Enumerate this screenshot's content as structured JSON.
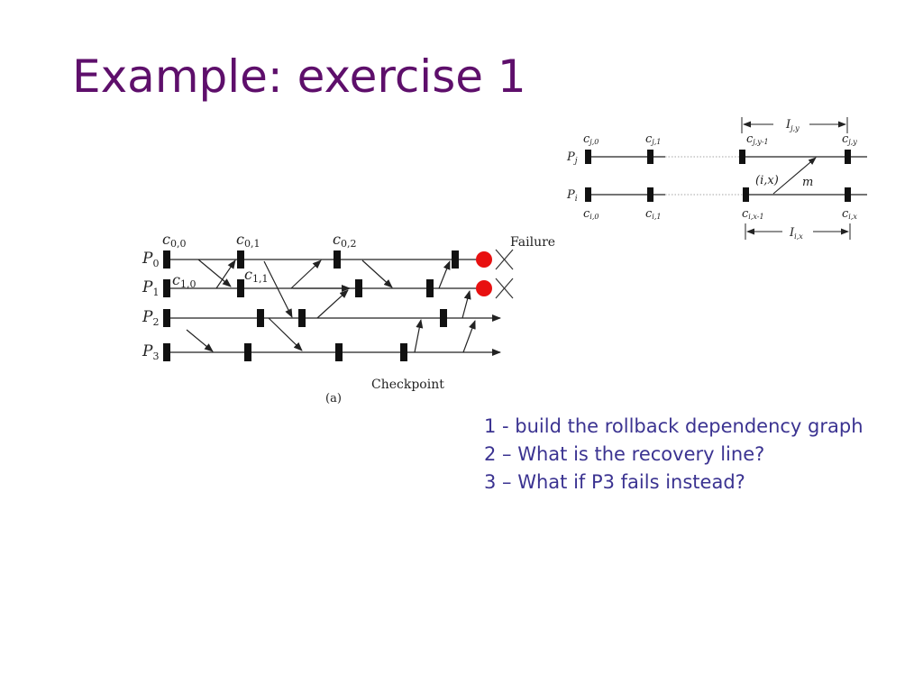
{
  "slide": {
    "title": "Example: exercise 1"
  },
  "diagram_a": {
    "process_labels": [
      {
        "main": "P",
        "sub": "0"
      },
      {
        "main": "P",
        "sub": "1"
      },
      {
        "main": "P",
        "sub": "2"
      },
      {
        "main": "P",
        "sub": "3"
      }
    ],
    "checkpoint_labels": [
      {
        "main": "c",
        "sub": "0,0"
      },
      {
        "main": "c",
        "sub": "0,1"
      },
      {
        "main": "c",
        "sub": "0,2"
      },
      {
        "main": "c",
        "sub": "1,0"
      },
      {
        "main": "c",
        "sub": "1,1"
      }
    ],
    "failure_label": "Failure",
    "checkpoint_caption": "Checkpoint",
    "panel_caption": "(a)",
    "failure_color": "#e81010"
  },
  "diagram_ref": {
    "process_labels": [
      {
        "main": "P",
        "sub": "j"
      },
      {
        "main": "P",
        "sub": "i"
      }
    ],
    "checkpoint_labels_top": [
      {
        "main": "c",
        "sub": "j,0"
      },
      {
        "main": "c",
        "sub": "j,1"
      },
      {
        "main": "c",
        "sub": "j,y-1"
      },
      {
        "main": "c",
        "sub": "j,y"
      }
    ],
    "checkpoint_labels_bottom": [
      {
        "main": "c",
        "sub": "i,0"
      },
      {
        "main": "c",
        "sub": "i,1"
      },
      {
        "main": "c",
        "sub": "i,x-1"
      },
      {
        "main": "c",
        "sub": "i,x"
      }
    ],
    "interval_top": {
      "main": "I",
      "sub": "j,y"
    },
    "interval_bottom": {
      "main": "I",
      "sub": "i,x"
    },
    "event_label": "(i,x)",
    "message_label": "m"
  },
  "questions": [
    "1 - build the rollback dependency graph",
    "2 – What is the recovery line?",
    "3 – What if P3 fails instead?"
  ],
  "colors": {
    "title": "#5e0f6b",
    "questions": "#3b3391"
  }
}
